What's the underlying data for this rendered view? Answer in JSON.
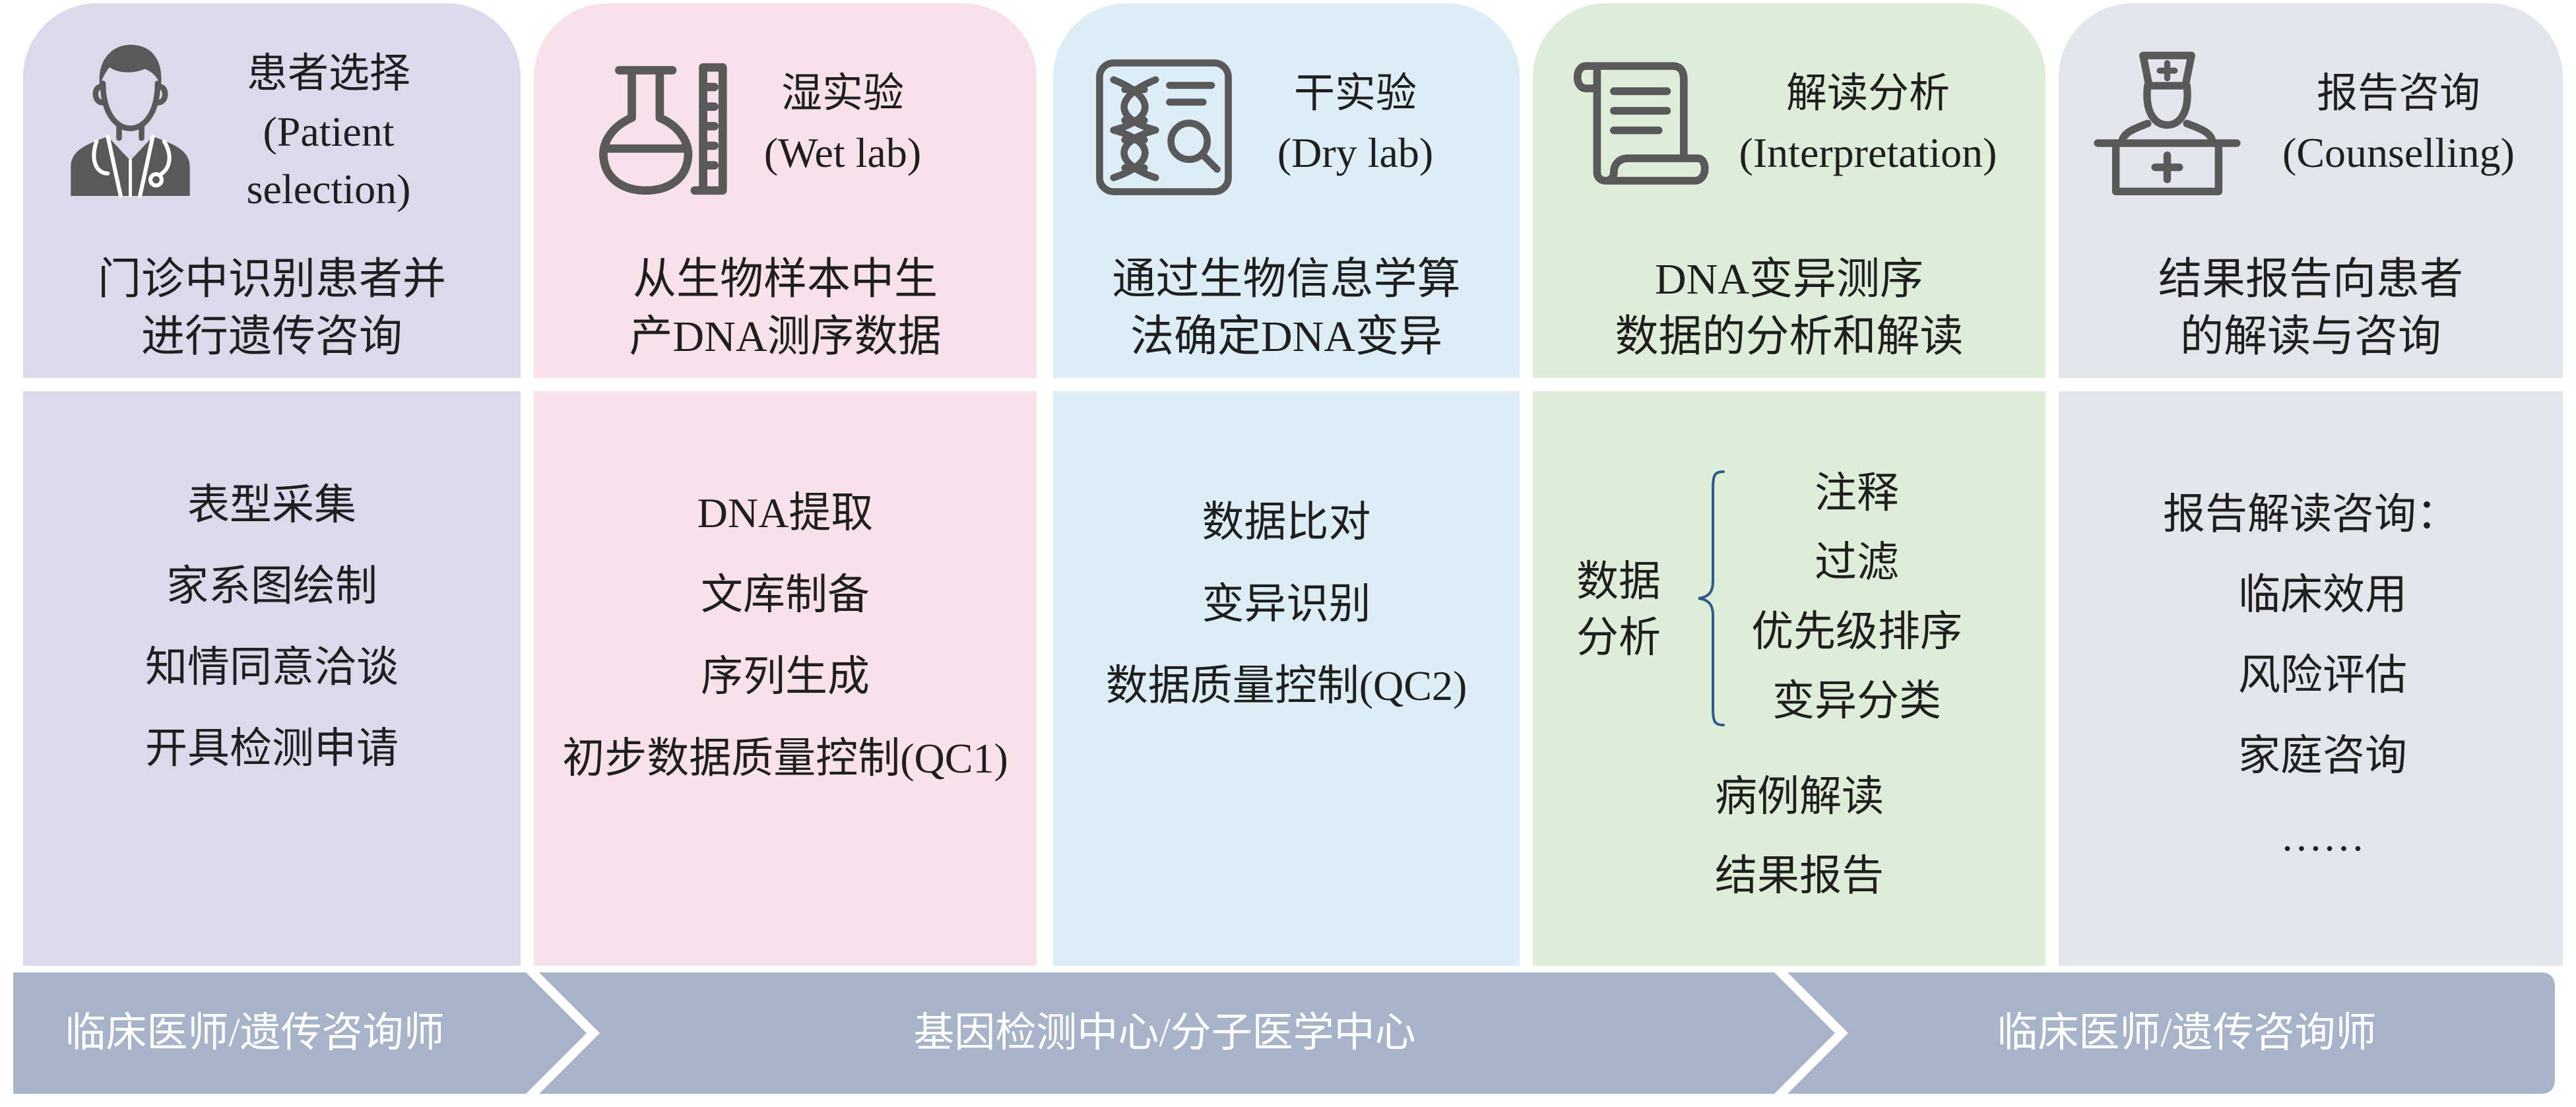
{
  "colors": {
    "patient": "#dcd9ec",
    "wet_lab": "#f9e1ec",
    "dry_lab": "#dcedf6",
    "interpretation": "#ddedd8",
    "counselling": "#e3e5ed",
    "role_bar": "#a7b3c8",
    "role_text": "#ffffff",
    "icon": "#595959",
    "bracket": "#2e5a8a",
    "text": "#1f1f1f"
  },
  "stages": {
    "patient_selection": {
      "icon": "doctor-icon",
      "title": "患者选择",
      "title_en": [
        "(Patient",
        "selection)"
      ],
      "description": [
        "门诊中识别患者并",
        "进行遗传咨询"
      ],
      "items": [
        "表型采集",
        "家系图绘制",
        "知情同意洽谈",
        "开具检测申请"
      ]
    },
    "wet_lab": {
      "icon": "flask-ruler-icon",
      "title": "湿实验",
      "title_en": "(Wet lab)",
      "description": [
        "从生物样本中生",
        "产DNA测序数据"
      ],
      "items": [
        "DNA提取",
        "文库制备",
        "序列生成",
        "初步数据质量控制(QC1)"
      ]
    },
    "dry_lab": {
      "icon": "dna-analysis-icon",
      "title": "干实验",
      "title_en": "(Dry lab)",
      "description": [
        "通过生物信息学算",
        "法确定DNA变异"
      ],
      "items": [
        "数据比对",
        "变异识别",
        "数据质量控制(QC2)"
      ]
    },
    "interpretation": {
      "icon": "scroll-document-icon",
      "title": "解读分析",
      "title_en": "(Interpretation)",
      "description": [
        "DNA变异测序",
        "数据的分析和解读"
      ],
      "group_label": [
        "数据",
        "分析"
      ],
      "group_items": [
        "注释",
        "过滤",
        "优先级排序",
        "变异分类"
      ],
      "items": [
        "病例解读",
        "结果报告"
      ]
    },
    "counselling": {
      "icon": "nurse-icon",
      "title": "报告咨询",
      "title_en": "(Counselling)",
      "description": [
        "结果报告向患者",
        "的解读与咨询"
      ],
      "items_heading": "报告解读咨询：",
      "items": [
        "临床效用",
        "风险评估",
        "家庭咨询",
        "……"
      ]
    }
  },
  "roles": [
    "临床医师/遗传咨询师",
    "基因检测中心/分子医学中心",
    "临床医师/遗传咨询师"
  ]
}
